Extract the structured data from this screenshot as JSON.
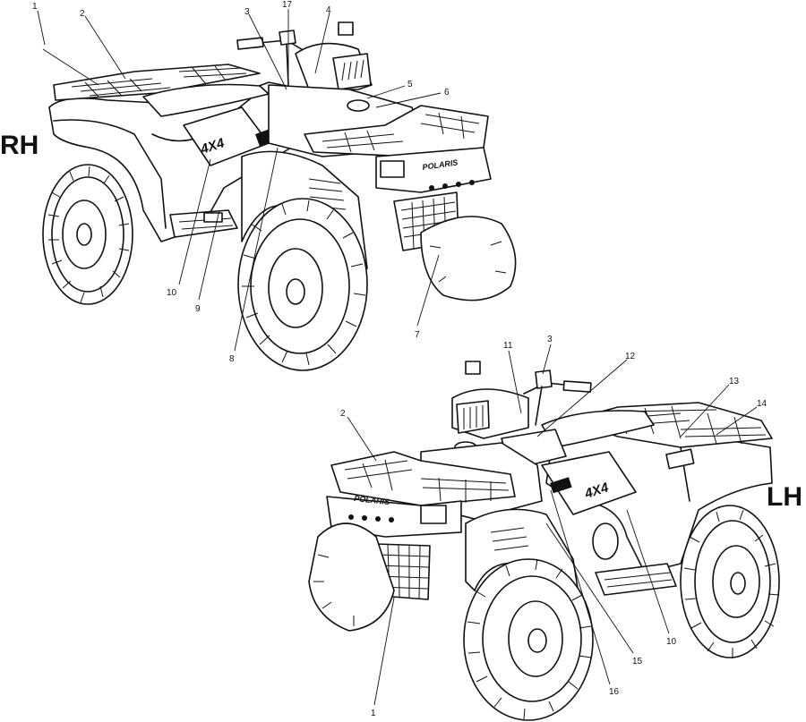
{
  "side_labels": {
    "rh": "RH",
    "lh": "LH"
  },
  "decals": {
    "four_by_four": "4X4",
    "brand": "POLARIS"
  },
  "callouts_rh": [
    "1",
    "2",
    "3",
    "17",
    "4",
    "5",
    "6",
    "10",
    "9",
    "8",
    "7"
  ],
  "callouts_lh": [
    "11",
    "3",
    "12",
    "13",
    "14",
    "2",
    "15",
    "16",
    "10",
    "1"
  ]
}
